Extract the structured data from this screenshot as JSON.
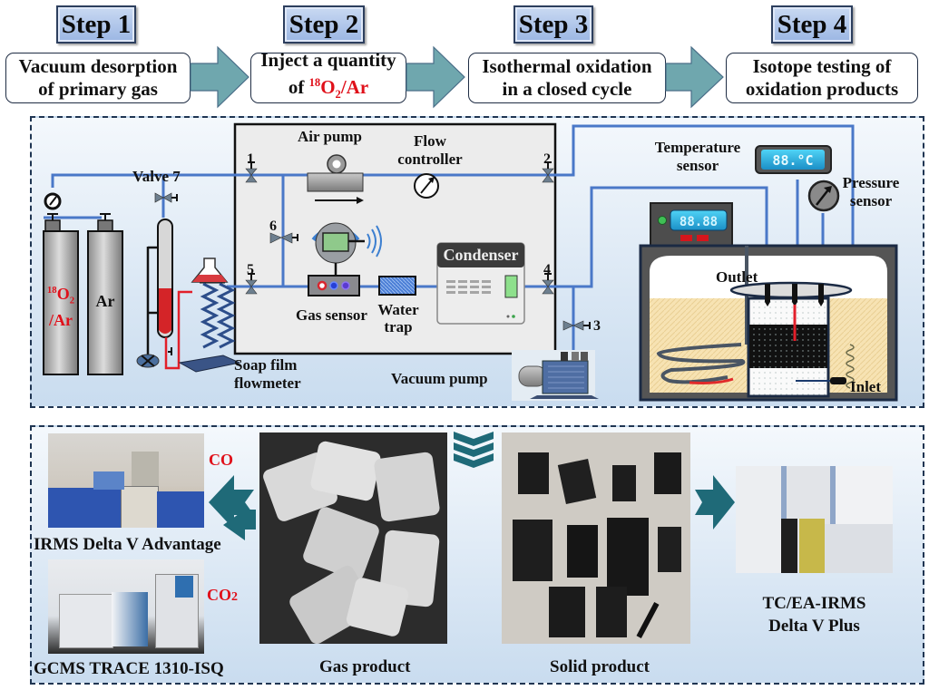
{
  "steps": [
    {
      "badge": "Step 1",
      "line1": "Vacuum desorption",
      "line2": "of primary gas"
    },
    {
      "badge": "Step 2",
      "line1": "Inject a quantity",
      "line2_prefix": "of ",
      "line2_iso": "18",
      "line2_mol": "O",
      "line2_sub": "2",
      "line2_suffix": "/Ar"
    },
    {
      "badge": "Step 3",
      "line1": "Isothermal oxidation",
      "line2": "in a closed cycle"
    },
    {
      "badge": "Step 4",
      "line1": "Isotope testing of",
      "line2": "oxidation products"
    }
  ],
  "apparatus": {
    "cylinder_1": {
      "iso": "18",
      "mol": "O",
      "sub": "2",
      "line2": "/Ar"
    },
    "cylinder_2": "Ar",
    "valve7": "Valve 7",
    "valves": [
      "1",
      "2",
      "3",
      "4",
      "5",
      "6"
    ],
    "air_pump": "Air pump",
    "flow_controller_1": "Flow",
    "flow_controller_2": "controller",
    "gas_sensor": "Gas sensor",
    "water_trap_1": "Water",
    "water_trap_2": "trap",
    "condenser": "Condenser",
    "soap_film_1": "Soap film",
    "soap_film_2": "flowmeter",
    "vacuum_pump": "Vacuum pump",
    "temperature_sensor_1": "Temperature",
    "temperature_sensor_2": "sensor",
    "temp_display": "88.°C",
    "controller_display": "88.88",
    "pressure_sensor_1": "Pressure",
    "pressure_sensor_2": "sensor",
    "outlet": "Outlet",
    "inlet": "Inlet"
  },
  "products": {
    "co_label": "CO",
    "co2_label": "CO",
    "co2_sub": "2",
    "irms_caption": "IRMS Delta V Advantage",
    "gcms_caption": "GCMS TRACE 1310-ISQ",
    "gas_caption": "Gas product",
    "solid_caption": "Solid product",
    "tcea_caption_1": "TC/EA-IRMS",
    "tcea_caption_2": "Delta V Plus"
  },
  "colors": {
    "pipe": "#4a78c8",
    "arrow_teal": "#1f6a78",
    "step_arrow": "#6fa7ae",
    "accent_red": "#e0101a"
  }
}
